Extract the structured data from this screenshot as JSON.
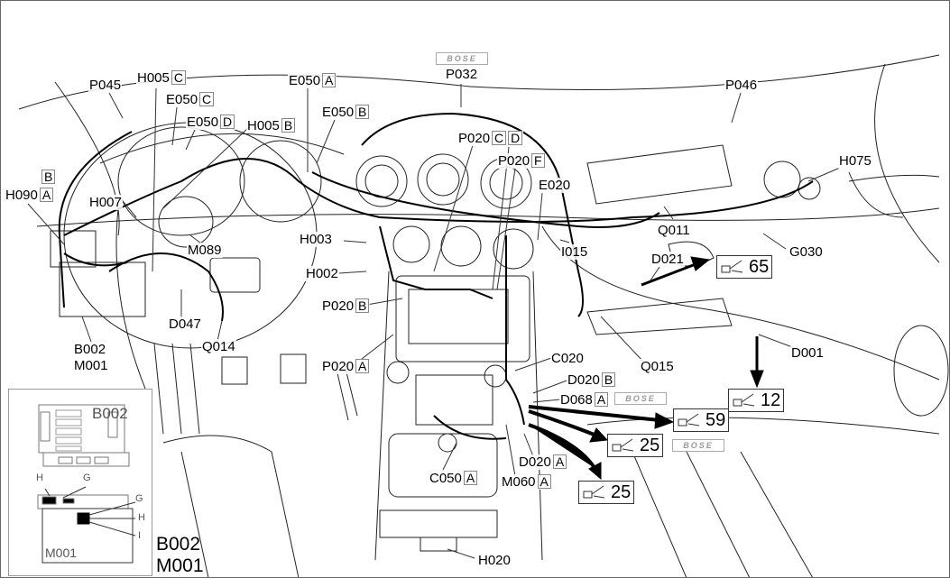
{
  "diagram": {
    "labels": [
      {
        "code": "P045"
      },
      {
        "code": "H005",
        "suffix": "C"
      },
      {
        "code": "E050",
        "suffix": "C"
      },
      {
        "code": "E050",
        "suffix": "D"
      },
      {
        "code": "H005",
        "suffix": "B"
      },
      {
        "code": "E050",
        "suffix": "A"
      },
      {
        "code": "E050",
        "suffix": "B"
      },
      {
        "code": "P032"
      },
      {
        "code": "P046"
      },
      {
        "code": "P020",
        "suffix": "C",
        "suffix2": "D"
      },
      {
        "code": "P020",
        "suffix": "F"
      },
      {
        "code": "E020"
      },
      {
        "code": "H075"
      },
      {
        "code": "",
        "suffix": "B"
      },
      {
        "code": "H090",
        "suffix": "A"
      },
      {
        "code": "H007"
      },
      {
        "code": "Q011"
      },
      {
        "code": "G030"
      },
      {
        "code": "H003"
      },
      {
        "code": "M089"
      },
      {
        "code": "D021"
      },
      {
        "code": "I015"
      },
      {
        "code": "H002"
      },
      {
        "code": "P020",
        "suffix": "B"
      },
      {
        "code": "D047"
      },
      {
        "code": "Q014"
      },
      {
        "code": "B002"
      },
      {
        "code": "M001"
      },
      {
        "code": "P020",
        "suffix": "A"
      },
      {
        "code": "Q015"
      },
      {
        "code": "D001"
      },
      {
        "code": "C020"
      },
      {
        "code": "D020",
        "suffix": "B"
      },
      {
        "code": "D068",
        "suffix": "A"
      },
      {
        "code": "D020",
        "suffix": "A"
      },
      {
        "code": "M060",
        "suffix": "A"
      },
      {
        "code": "C050",
        "suffix": "A"
      },
      {
        "code": "H020"
      }
    ],
    "brand_logo": "BOSE",
    "references": [
      "65",
      "12",
      "59",
      "25",
      "25"
    ],
    "inset": {
      "box1": "B002",
      "box2": "M001",
      "pins": [
        "H",
        "G",
        "G",
        "H",
        "I"
      ],
      "caption": [
        "B002",
        "M001"
      ]
    }
  }
}
